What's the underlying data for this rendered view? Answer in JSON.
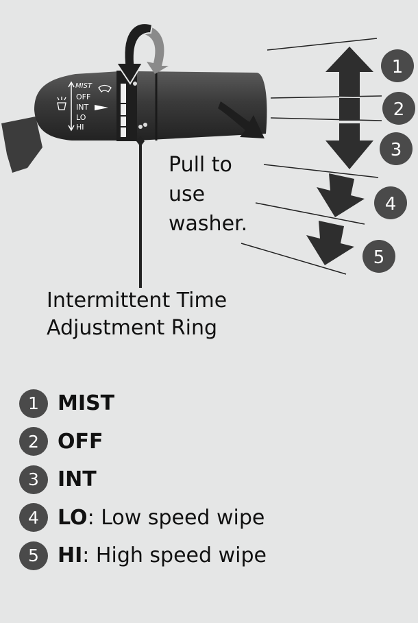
{
  "lever": {
    "top_label": "MIST",
    "positions": [
      "OFF",
      "INT",
      "LO",
      "HI"
    ]
  },
  "callouts": {
    "washer": [
      "Pull to",
      "use",
      "washer."
    ],
    "ring": [
      "Intermittent Time",
      "Adjustment Ring"
    ]
  },
  "markers": [
    "1",
    "2",
    "3",
    "4",
    "5"
  ],
  "legend": [
    {
      "num": "1",
      "code": "MIST",
      "desc": ""
    },
    {
      "num": "2",
      "code": "OFF",
      "desc": ""
    },
    {
      "num": "3",
      "code": "INT",
      "desc": ""
    },
    {
      "num": "4",
      "code": "LO",
      "desc": ": Low speed wipe"
    },
    {
      "num": "5",
      "code": "HI",
      "desc": ": High speed wipe"
    }
  ],
  "colors": {
    "background": "#e5e6e6",
    "stalk": "#3a3a3a",
    "arrow": "#2e2e2e",
    "badge": "#4a4a4a"
  }
}
